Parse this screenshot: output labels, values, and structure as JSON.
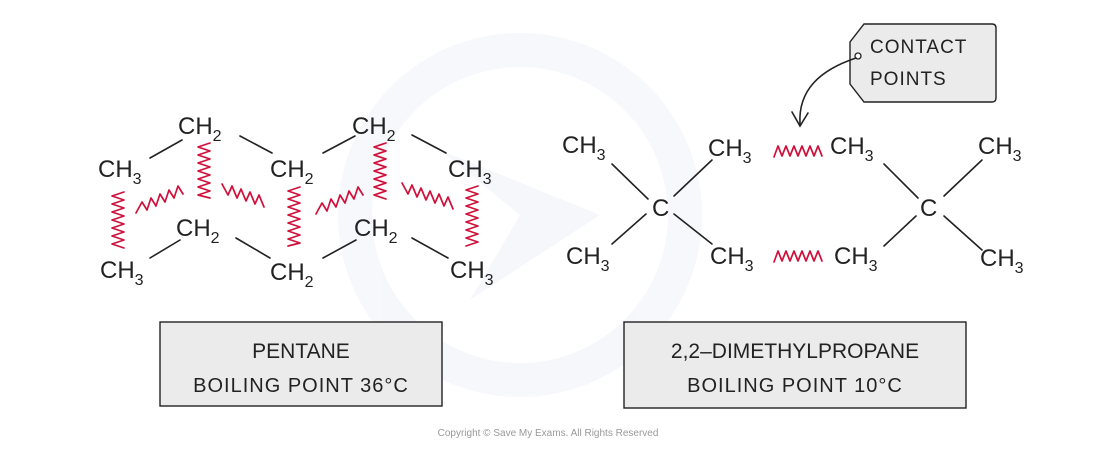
{
  "pentane": {
    "formula": {
      "ch3": "CH",
      "ch2": "CH",
      "sub3": "3",
      "sub2": "2"
    },
    "label": {
      "name": "PENTANE",
      "boiling": "BOILING  POINT  36°C"
    }
  },
  "dimethylpropane": {
    "formula": {
      "ch3": "CH",
      "sub3": "3",
      "carbon": "C"
    },
    "label": {
      "name": "2,2–DIMETHYLPROPANE",
      "boiling": "BOILING  POINT  10°C"
    }
  },
  "callout": {
    "line1": "CONTACT",
    "line2": "POINTS"
  },
  "copyright": "Copyright © Save My Exams. All Rights Reserved",
  "colors": {
    "intermolecular": "#d0103a",
    "box_fill": "#ebebeb",
    "watermark": "#eef2f7"
  }
}
